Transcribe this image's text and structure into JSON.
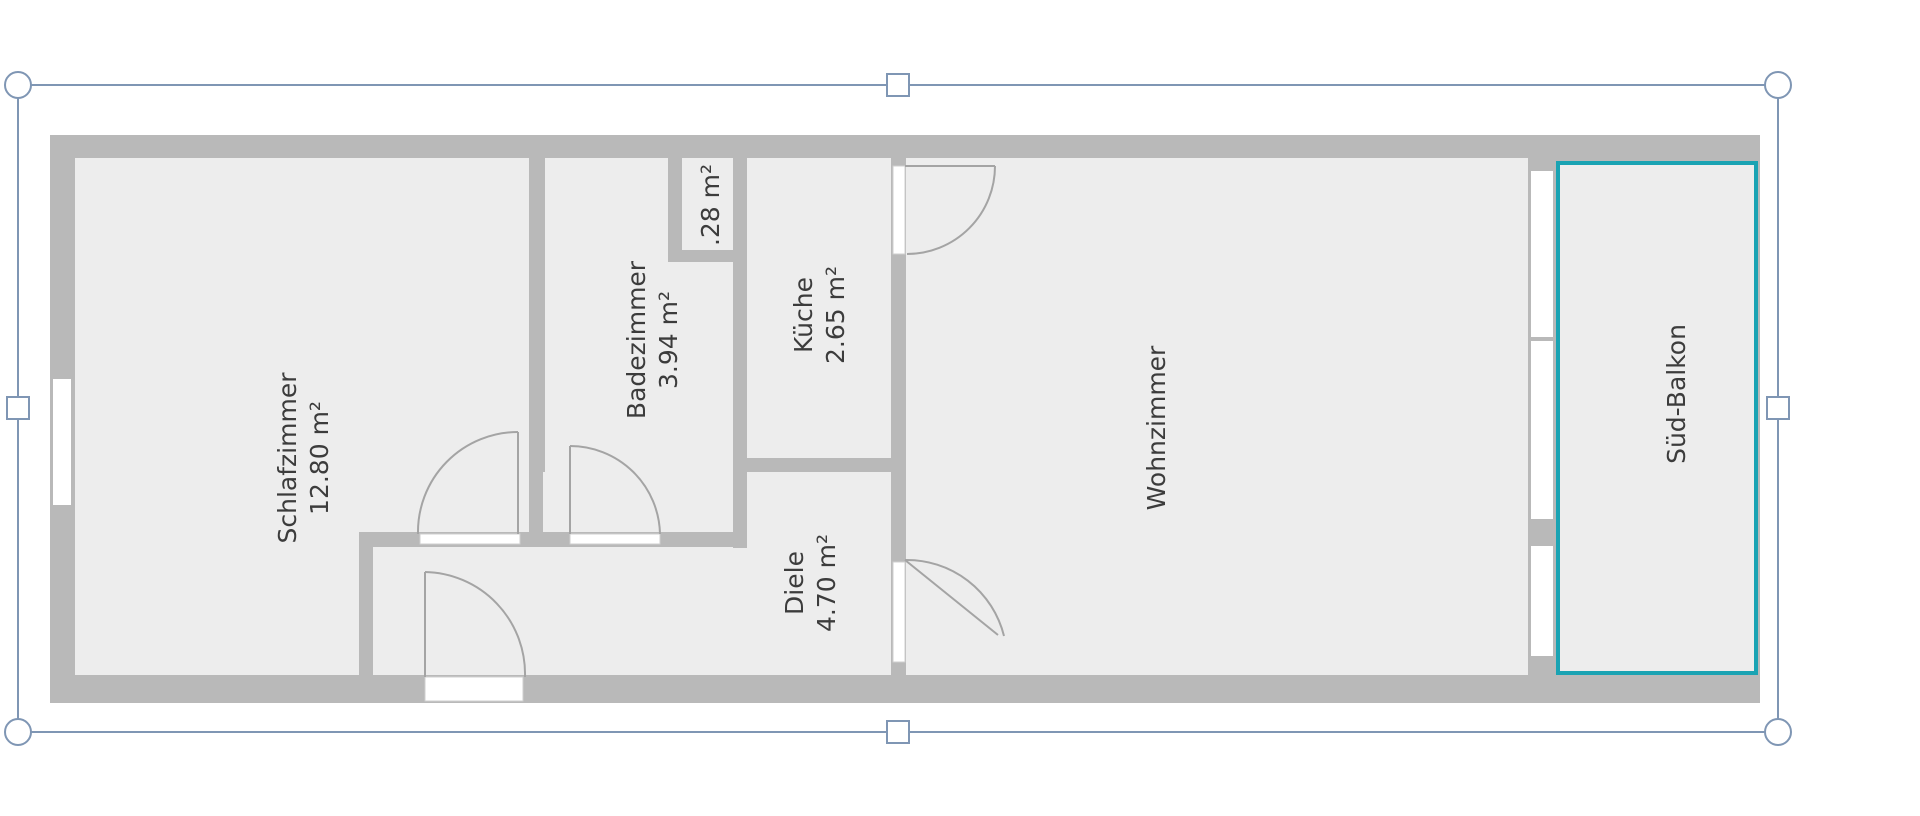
{
  "plan": {
    "rooms": [
      {
        "id": "schlafzimmer",
        "name": "Schlafzimmer",
        "area": "12.80 m²"
      },
      {
        "id": "badezimmer",
        "name": "Badezimmer",
        "area": "3.94 m²"
      },
      {
        "id": "abstellraum",
        "name": "",
        "area": ".28 m²"
      },
      {
        "id": "kueche",
        "name": "Küche",
        "area": "2.65 m²"
      },
      {
        "id": "diele",
        "name": "Diele",
        "area": "4.70 m²"
      },
      {
        "id": "wohnzimmer",
        "name": "Wohnzimmer",
        "area": ""
      },
      {
        "id": "sued-balkon",
        "name": "Süd-Balkon",
        "area": ""
      }
    ]
  },
  "colors": {
    "wall": "#b9b9b9",
    "wall_edge": "#9a9a9a",
    "floor": "#ededed",
    "selection_frame": "#7f96b4",
    "balcony_highlight": "#1aa3b3",
    "door_arc": "#9a9a9a"
  },
  "selection": {
    "active": true
  }
}
